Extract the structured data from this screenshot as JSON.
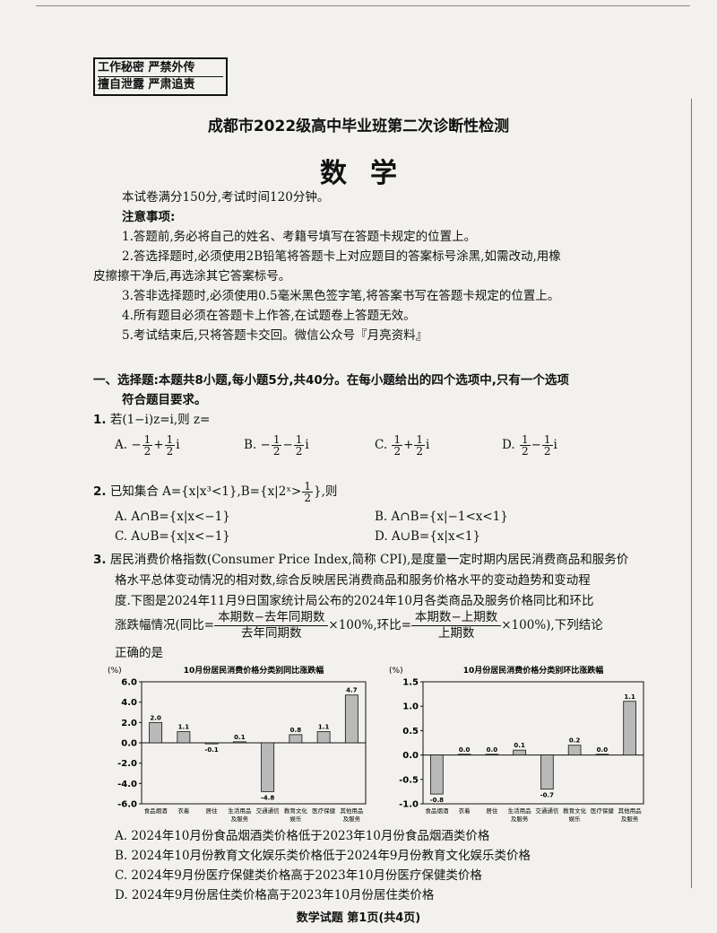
{
  "stamp": {
    "line1": "工作秘密 严禁外传",
    "line2": "擅自泄露 严肃追责"
  },
  "title": "成都市2022级高中毕业班第二次诊断性检测",
  "subject": "数学",
  "intro": "本试卷满分150分,考试时间120分钟。",
  "notes_heading": "注意事项:",
  "notes": [
    "1.答题前,务必将自己的姓名、考籍号填写在答题卡规定的位置上。",
    "2.答选择题时,必须使用2B铅笔将答题卡上对应题目的答案标号涂黑,如需改动,用橡",
    "皮擦擦干净后,再选涂其它答案标号。",
    "3.答非选择题时,必须使用0.5毫米黑色签字笔,将答案书写在答题卡规定的位置上。",
    "4.所有题目必须在答题卡上作答,在试题卷上答题无效。",
    "5.考试结束后,只将答题卡交回。微信公众号『月亮资料』"
  ],
  "section1": {
    "line1": "一、选择题:本题共8小题,每小题5分,共40分。在每小题给出的四个选项中,只有一个选项",
    "line2": "符合题目要求。"
  },
  "q1": {
    "num": "1.",
    "stem": "若(1−i)z=i,则 z=",
    "options": [
      {
        "label": "A.",
        "sign": "−",
        "a": "1",
        "b": "2",
        "op": "+",
        "c": "1",
        "d": "2",
        "tail": "i"
      },
      {
        "label": "B.",
        "sign": "−",
        "a": "1",
        "b": "2",
        "op": "−",
        "c": "1",
        "d": "2",
        "tail": "i"
      },
      {
        "label": "C.",
        "sign": "",
        "a": "1",
        "b": "2",
        "op": "+",
        "c": "1",
        "d": "2",
        "tail": "i"
      },
      {
        "label": "D.",
        "sign": "",
        "a": "1",
        "b": "2",
        "op": "−",
        "c": "1",
        "d": "2",
        "tail": "i"
      }
    ]
  },
  "q2": {
    "num": "2.",
    "stem_a": "已知集合 A={x|x³<1},B=",
    "stem_b": "{x|2ˣ>",
    "stem_frac_n": "1",
    "stem_frac_d": "2",
    "stem_c": "},则",
    "options": {
      "A": "A. A∩B={x|x<−1}",
      "B": "B. A∩B={x|−1<x<1}",
      "C": "C. A∪B={x|x<−1}",
      "D": "D. A∪B={x|x<1}"
    }
  },
  "q3": {
    "num": "3.",
    "lines": [
      "居民消费价格指数(Consumer Price Index,简称 CPI),是度量一定时期内居民消费商品和服务价",
      "格水平总体变动情况的相对数,综合反映居民消费商品和服务价格水平的变动趋势和变动程",
      "度.下图是2024年11月9日国家统计局公布的2024年10月各类商品及服务价格同比和环比"
    ],
    "formula_pre": "涨跌幅情况(同比=",
    "f1_n": "本期数−去年同期数",
    "f1_d": "去年同期数",
    "formula_mid": "×100%,环比=",
    "f2_n": "本期数−上期数",
    "f2_d": "上期数",
    "formula_post": "×100%),下列结论",
    "lead": "正确的是",
    "options": [
      "A. 2024年10月份食品烟酒类价格低于2023年10月份食品烟酒类价格",
      "B. 2024年10月份教育文化娱乐类价格低于2024年9月份教育文化娱乐类价格",
      "C. 2024年9月份医疗保健类价格高于2023年10月份医疗保健类价格",
      "D. 2024年9月份居住类价格高于2023年10月份居住类价格"
    ]
  },
  "chart_data": [
    {
      "type": "bar",
      "title": "10月份居民消费价格分类别同比涨跌幅",
      "ylabel": "(%)",
      "categories": [
        "食品烟酒",
        "衣着",
        "居住",
        "生活用品及服务",
        "交通通信",
        "教育文化娱乐",
        "医疗保健",
        "其他用品及服务"
      ],
      "values": [
        2.0,
        1.1,
        -0.1,
        0.1,
        -4.8,
        0.8,
        1.1,
        4.7
      ],
      "value_labels": [
        "2.0",
        "1.1",
        "-0.1",
        "0.1",
        "-4.8",
        "0.8",
        "1.1",
        "4.7"
      ],
      "ylim": [
        -6.0,
        6.0
      ],
      "yticks": [
        "6.0",
        "4.0",
        "2.0",
        "0.0",
        "-2.0",
        "-4.0",
        "-6.0"
      ],
      "ytick_values": [
        6,
        4,
        2,
        0,
        -2,
        -4,
        -6
      ],
      "grid": false,
      "bar_color": "#b9b9b9"
    },
    {
      "type": "bar",
      "title": "10月份居民消费价格分类别环比涨跌幅",
      "ylabel": "(%)",
      "categories": [
        "食品烟酒",
        "衣着",
        "居住",
        "生活用品及服务",
        "交通通信",
        "教育文化娱乐",
        "医疗保健",
        "其他用品及服务"
      ],
      "values": [
        -0.8,
        0.0,
        0.0,
        0.1,
        -0.7,
        0.2,
        0.0,
        1.1
      ],
      "value_labels": [
        "-0.8",
        "0.0",
        "0.0",
        "0.1",
        "-0.7",
        "0.2",
        "0.0",
        "1.1"
      ],
      "ylim": [
        -1.0,
        1.5
      ],
      "yticks": [
        "1.5",
        "1.0",
        "0.5",
        "0.0",
        "-0.5",
        "-1.0"
      ],
      "ytick_values": [
        1.5,
        1.0,
        0.5,
        0,
        -0.5,
        -1.0
      ],
      "grid": false,
      "bar_color": "#b9b9b9"
    }
  ],
  "footer": "数学试题 第1页(共4页)"
}
